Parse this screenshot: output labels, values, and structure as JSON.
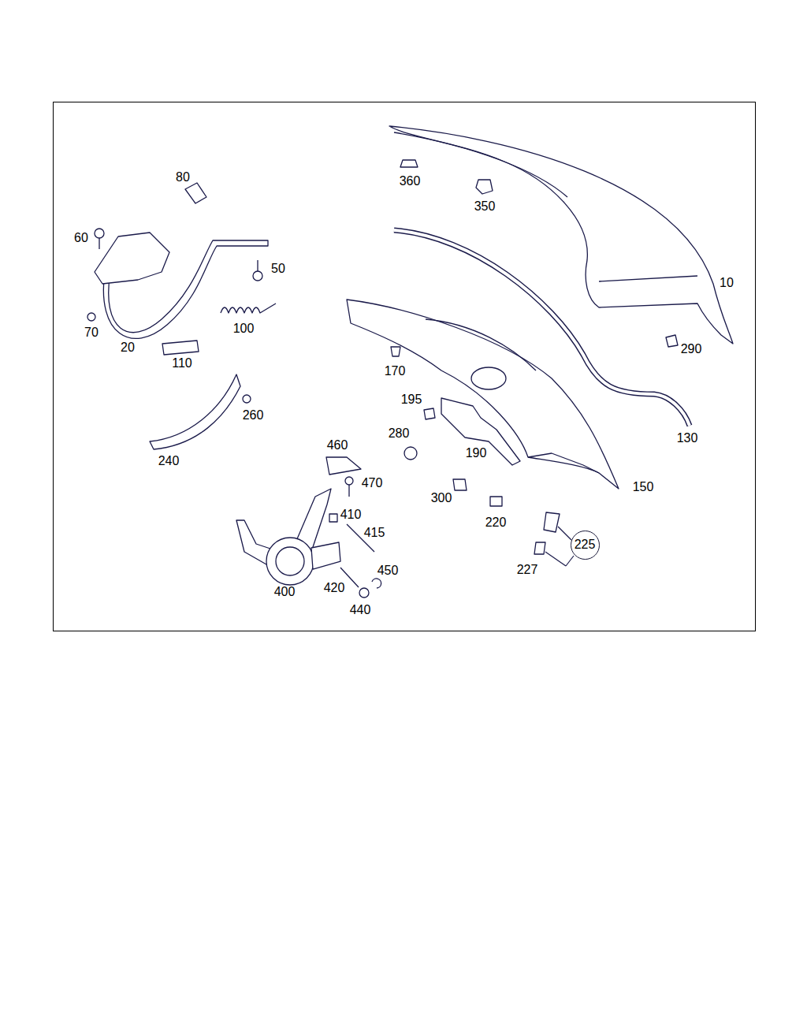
{
  "diagram": {
    "nodes": [
      {
        "text": [
          "225"
        ]
      }
    ],
    "labels": [
      "80",
      "60",
      "50",
      "70",
      "20",
      "100",
      "110",
      "240",
      "260",
      "360",
      "350",
      "10",
      "290",
      "130",
      "170",
      "195",
      "280",
      "190",
      "150",
      "460",
      "470",
      "410",
      "415",
      "450",
      "400",
      "420",
      "440",
      "300",
      "220",
      "227"
    ]
  }
}
